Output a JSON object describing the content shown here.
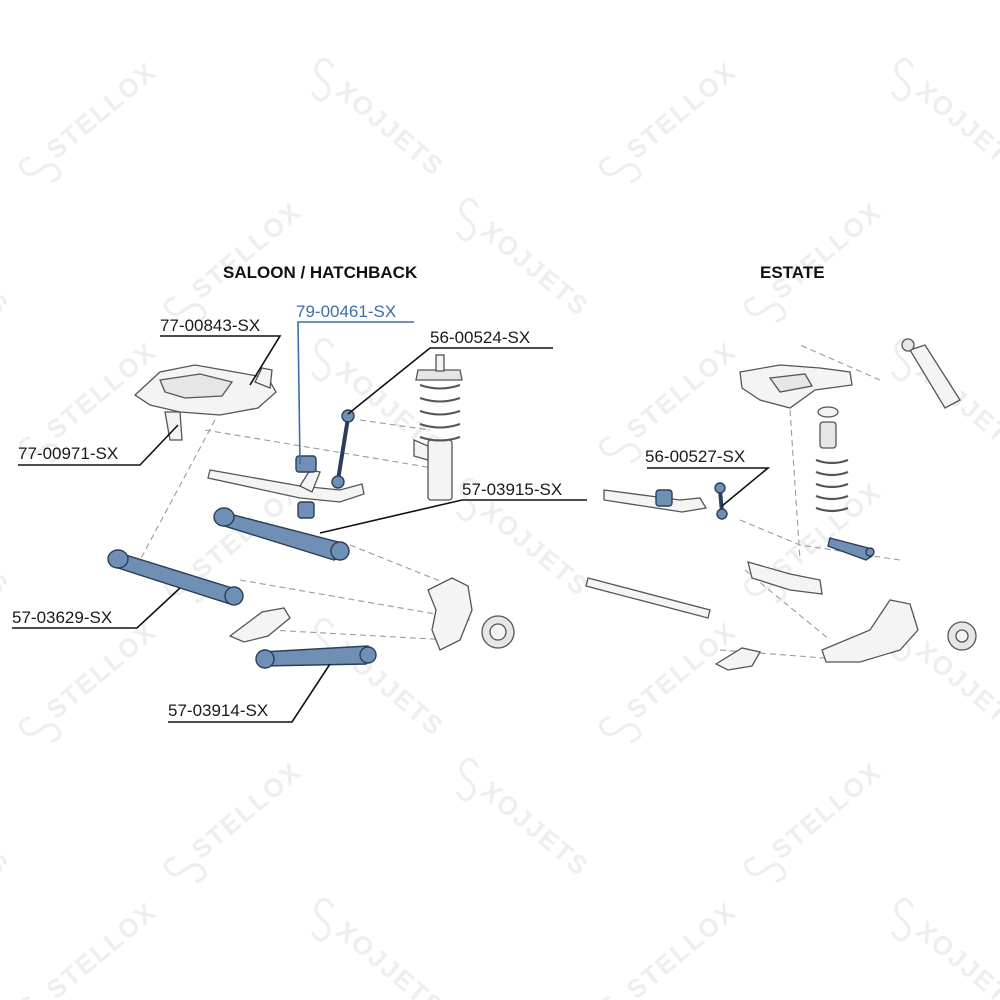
{
  "sections": {
    "saloon_title": "SALOON / HATCHBACK",
    "estate_title": "ESTATE"
  },
  "watermark": {
    "text": "STELLOX",
    "mirrored_text": "XOJJETS"
  },
  "parts": {
    "p77_00843": "77-00843-SX",
    "p79_00461": "79-00461-SX",
    "p56_00524": "56-00524-SX",
    "p77_00971": "77-00971-SX",
    "p57_03915": "57-03915-SX",
    "p56_00527": "56-00527-SX",
    "p57_03629": "57-03629-SX",
    "p57_03914": "57-03914-SX"
  },
  "colors": {
    "highlight_label": "#3f6ea8",
    "part_fill": "#6f8fb5",
    "line": "#111111"
  }
}
